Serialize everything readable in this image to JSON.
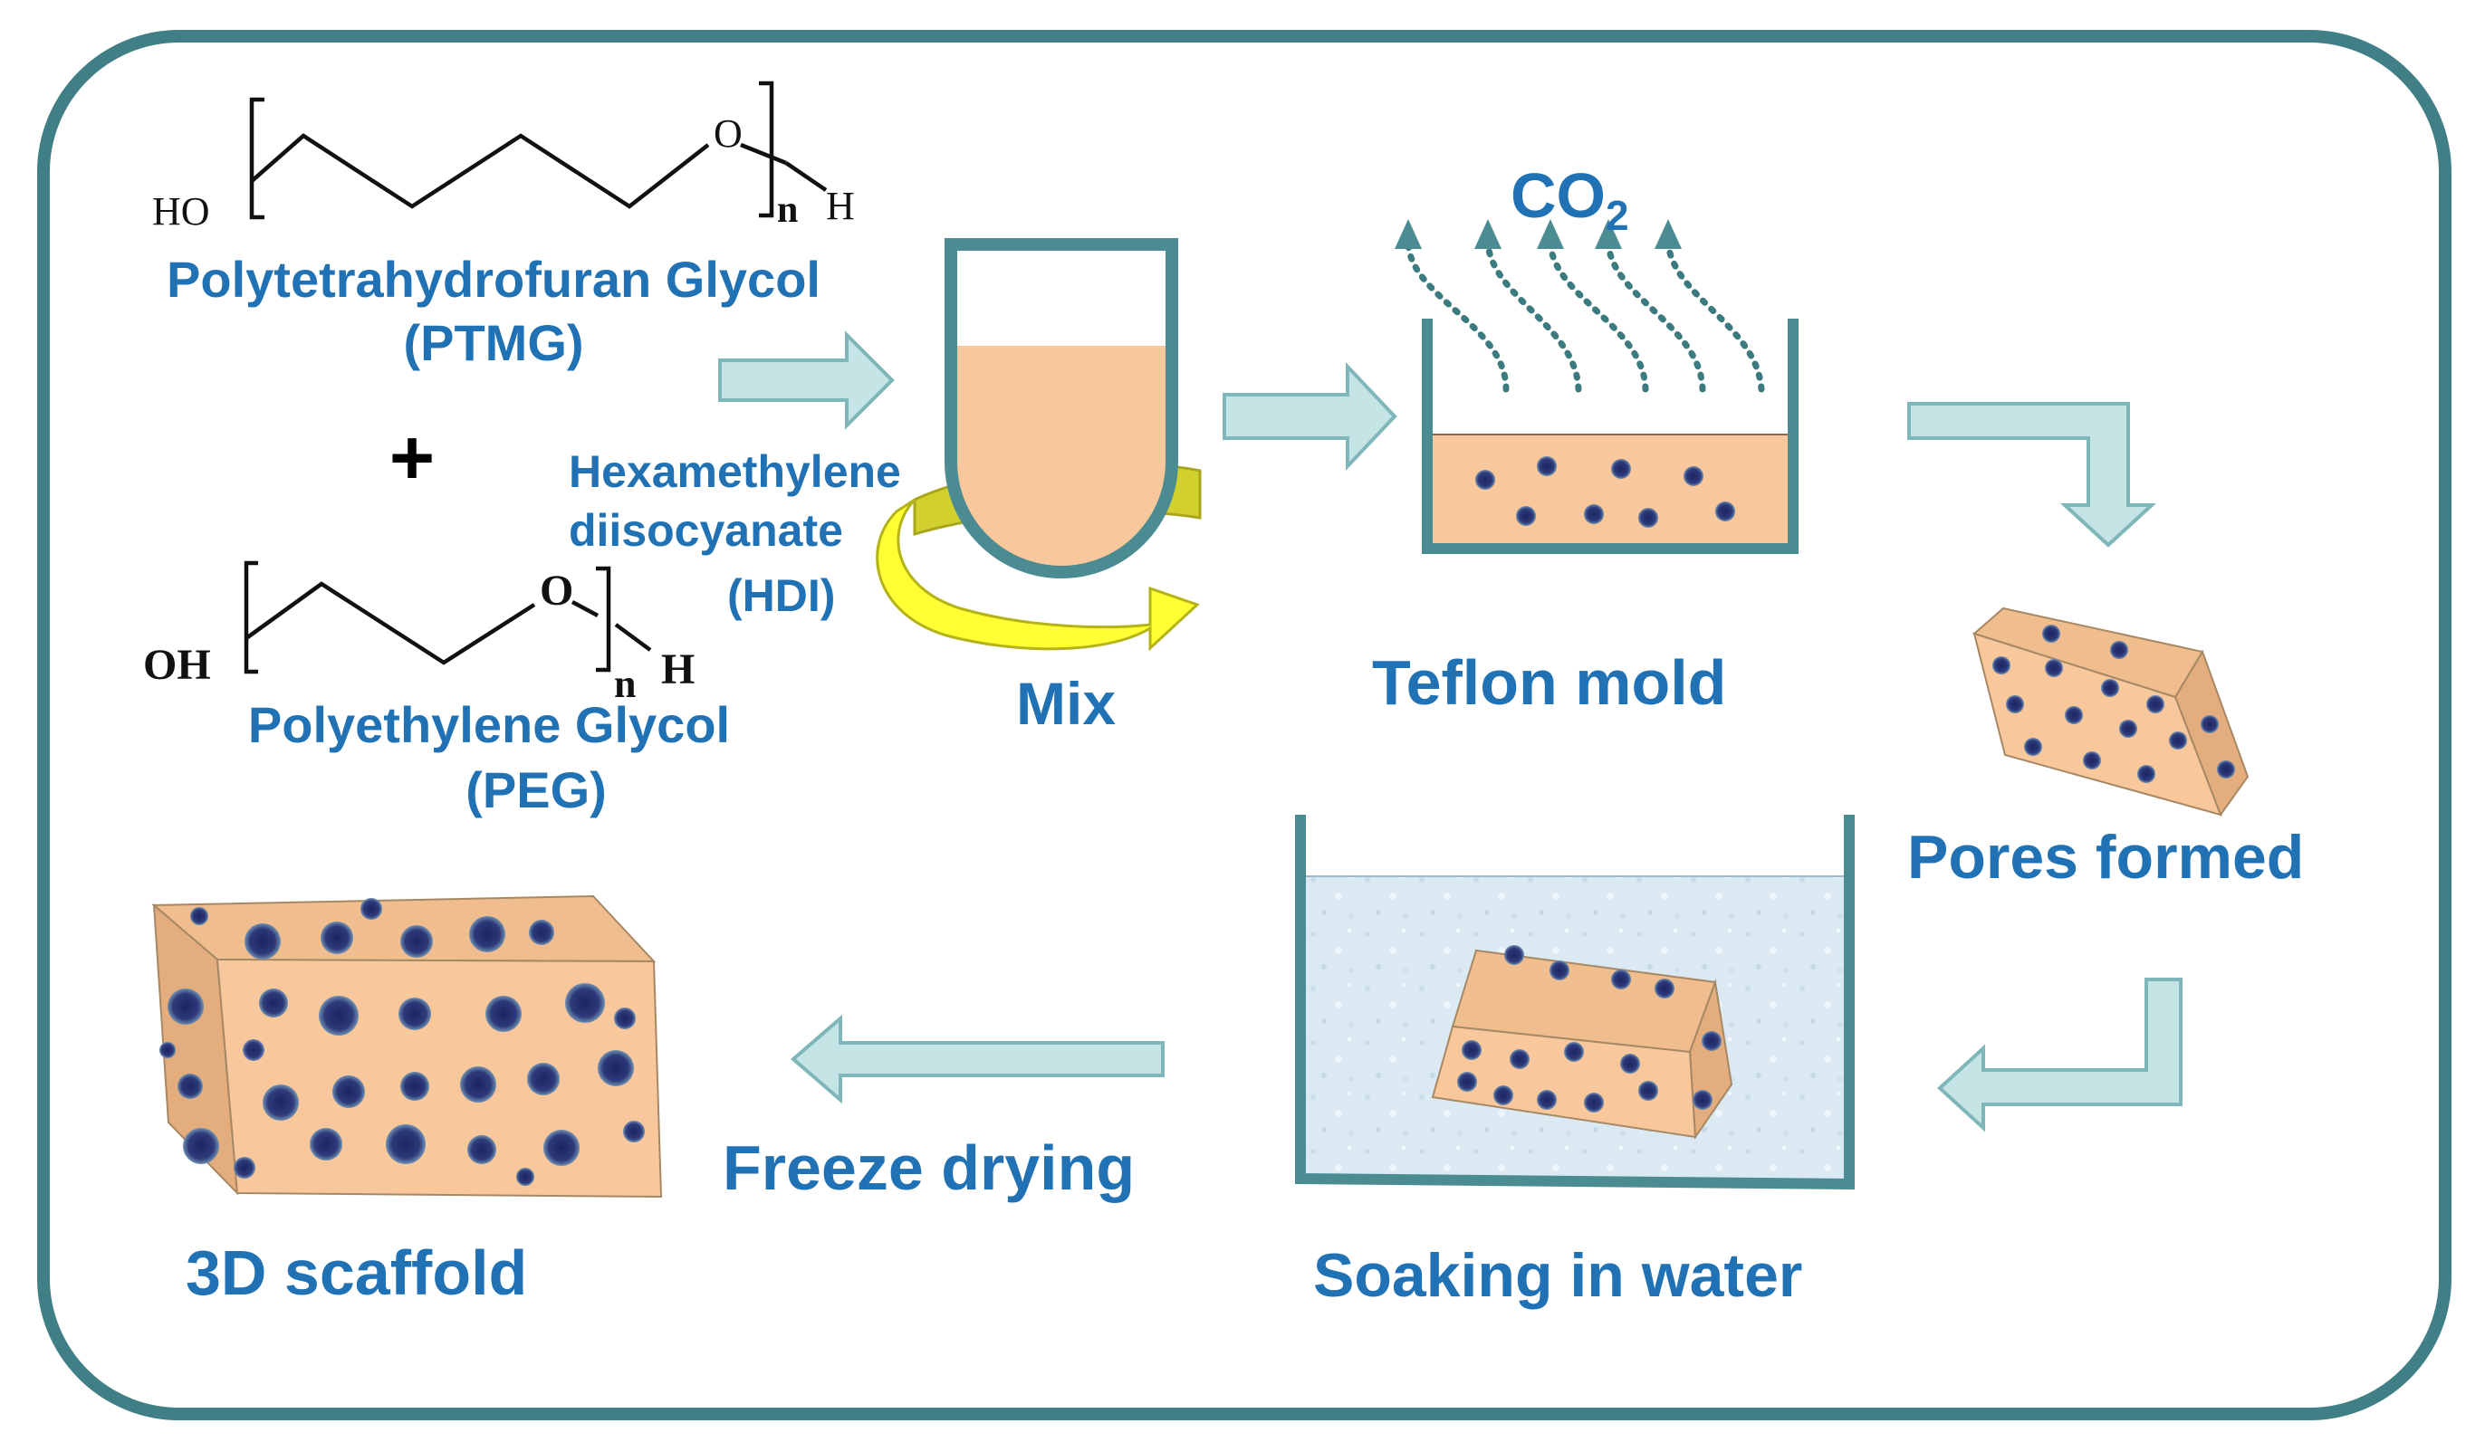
{
  "colors": {
    "frame": "#3f7f85",
    "label_blue": "#2172b4",
    "foam": "#f8c79c",
    "pore": "#23306b",
    "arrow_fill": "#c5e4e6",
    "mix_arrow": "#ffff33"
  },
  "reactants": {
    "ptmg": {
      "end_left": "HO",
      "oxygen": "O",
      "subscript": "n",
      "end_right": "H",
      "name": "Polytetrahydrofuran Glycol",
      "abbr": "(PTMG)"
    },
    "plus": "+",
    "peg": {
      "end_left": "OH",
      "oxygen": "O",
      "subscript": "n",
      "end_right": "H",
      "name": "Polyethylene Glycol",
      "abbr": "(PEG)"
    }
  },
  "hdi": {
    "line1": "Hexamethylene",
    "line2": "diisocyanate",
    "line3": "(HDI)"
  },
  "steps": {
    "mix": "Mix",
    "co2_main": "CO",
    "co2_sub": "2",
    "teflon": "Teflon mold",
    "pores": "Pores formed",
    "soaking": "Soaking in water",
    "freeze": "Freeze drying",
    "scaffold": "3D scaffold"
  }
}
